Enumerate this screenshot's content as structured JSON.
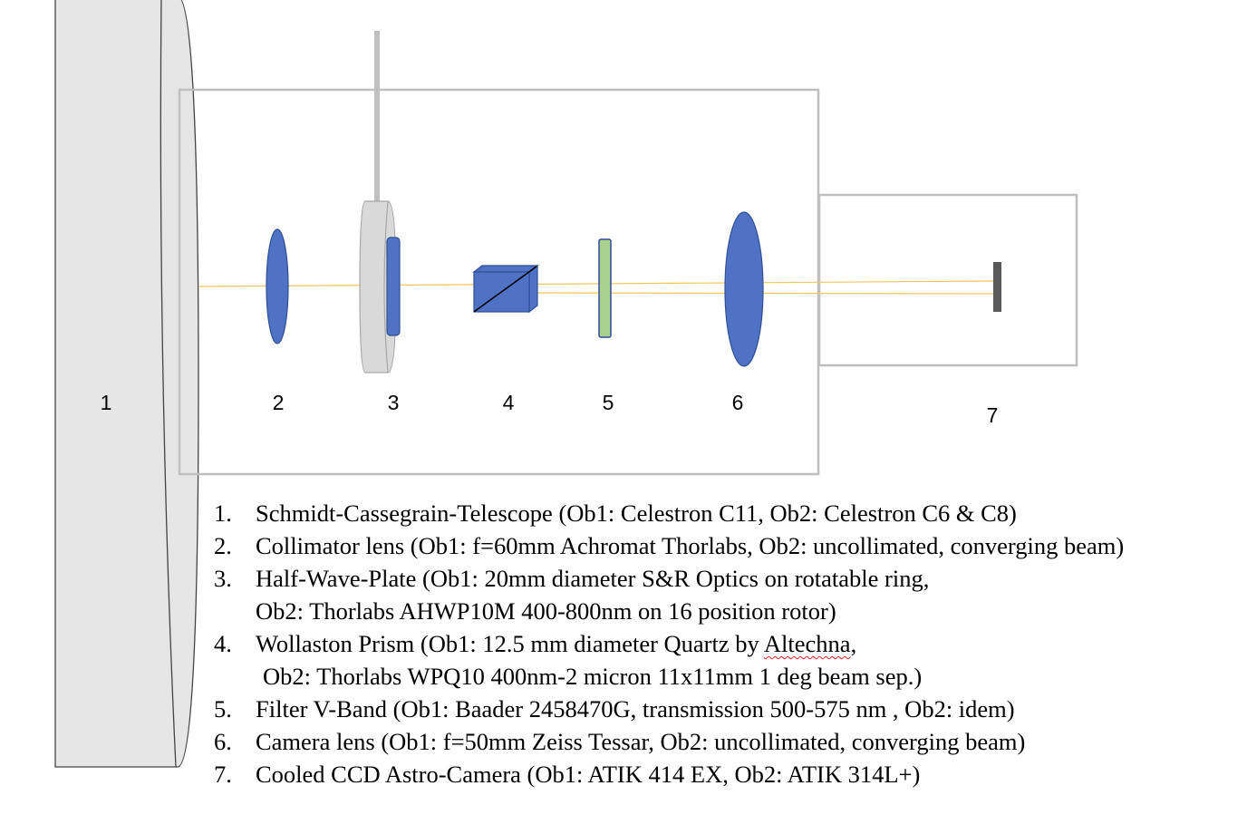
{
  "component_labels": [
    "1",
    "2",
    "3",
    "4",
    "5",
    "6",
    "7"
  ],
  "legend": [
    {
      "number": "1.",
      "lines": [
        "Schmidt-Cassegrain-Telescope (Ob1: Celestron C11, Ob2: Celestron C6 & C8)"
      ]
    },
    {
      "number": "2.",
      "lines": [
        "Collimator lens (Ob1: f=60mm Achromat Thorlabs, Ob2: uncollimated, converging beam)"
      ]
    },
    {
      "number": "3.",
      "lines": [
        "Half-Wave-Plate (Ob1: 20mm diameter S&R Optics on rotatable ring,",
        "Ob2: Thorlabs AHWP10M 400-800nm on 16 position rotor)"
      ]
    },
    {
      "number": "4.",
      "lines": [
        "Wollaston Prism (Ob1: 12.5 mm diameter Quartz by ",
        "Altechna",
        ",",
        "Ob2: Thorlabs WPQ10 400nm-2 micron 11x11mm 1 deg beam sep.)"
      ]
    },
    {
      "number": "5.",
      "lines": [
        "Filter V-Band (Ob1: Baader 2458470G, transmission 500-575 nm , Ob2: idem)"
      ]
    },
    {
      "number": "6.",
      "lines": [
        "Camera lens (Ob1: f=50mm Zeiss Tessar, Ob2: uncollimated, converging beam)"
      ]
    },
    {
      "number": "7.",
      "lines": [
        "Cooled CCD Astro-Camera (Ob1: ATIK 414 EX, Ob2: ATIK 314L+)"
      ]
    }
  ],
  "colors": {
    "lens_blue": "#4f72c4",
    "lens_blue_edge": "#2f4f96",
    "filter_green": "#a9d08e",
    "light_beam": "#f2c75a",
    "housing_gray": "#bfbfbf",
    "telescope_fill": "#e6e6e6",
    "rotator_fill": "#d9d9d9",
    "detector_gray": "#595959"
  }
}
